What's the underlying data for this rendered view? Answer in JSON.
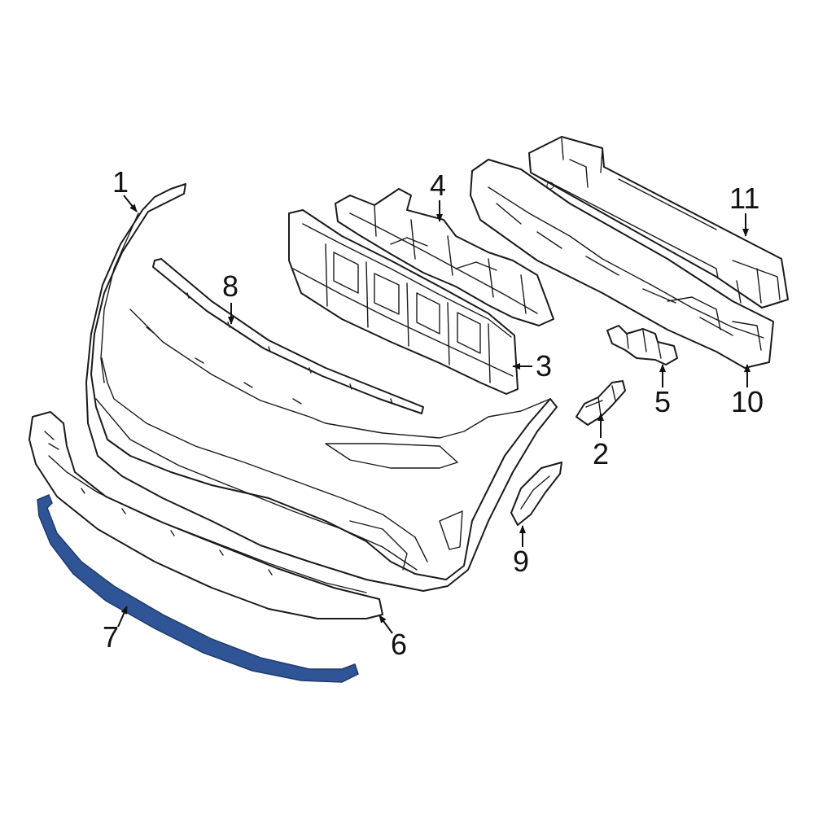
{
  "colors": {
    "line": "#1a1a1a",
    "background": "#ffffff",
    "highlight_fill": "#2f5597",
    "highlight_stroke": "#1f3a6b"
  },
  "callouts": {
    "c1": "1",
    "c2": "2",
    "c3": "3",
    "c4": "4",
    "c5": "5",
    "c6": "6",
    "c7": "7",
    "c8": "8",
    "c9": "9",
    "c10": "10",
    "c11": "11"
  }
}
